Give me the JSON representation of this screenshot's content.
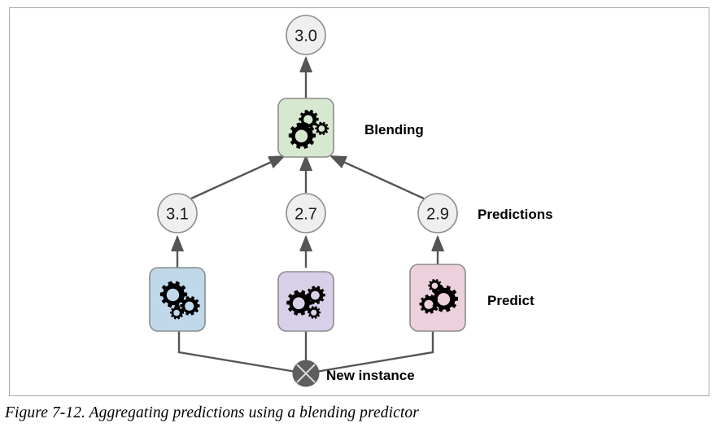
{
  "figure": {
    "caption": "Figure 7-12. Aggregating predictions using a blending predictor",
    "frame_border_color": "#a8a8a8",
    "background": "#ffffff"
  },
  "diagram": {
    "type": "flow-diagram",
    "edge_color": "#555555",
    "final_output": {
      "label": "3.0",
      "shape": "circle",
      "fill": "#efefef",
      "stroke": "#8c8c8c"
    },
    "blender": {
      "label": "Blending",
      "icon": "gears-icon",
      "fill": "#d6e9d0",
      "stroke": "#8c8c8c"
    },
    "predictions_row": {
      "label": "Predictions",
      "values": [
        "3.1",
        "2.7",
        "2.9"
      ],
      "fill": "#efefef",
      "stroke": "#8c8c8c"
    },
    "predictors_row": {
      "label": "Predict",
      "icon": "gears-icon",
      "items": [
        {
          "name": "predictor-1",
          "fill": "#bfd9ea",
          "stroke": "#8c8c8c"
        },
        {
          "name": "predictor-2",
          "fill": "#d8d0e8",
          "stroke": "#8c8c8c"
        },
        {
          "name": "predictor-3",
          "fill": "#ecd1dc",
          "stroke": "#8c8c8c"
        }
      ]
    },
    "instance": {
      "label": "New instance",
      "shape": "crossed-circle",
      "fill": "#5e5e5e",
      "stroke": "#5e5e5e"
    }
  }
}
